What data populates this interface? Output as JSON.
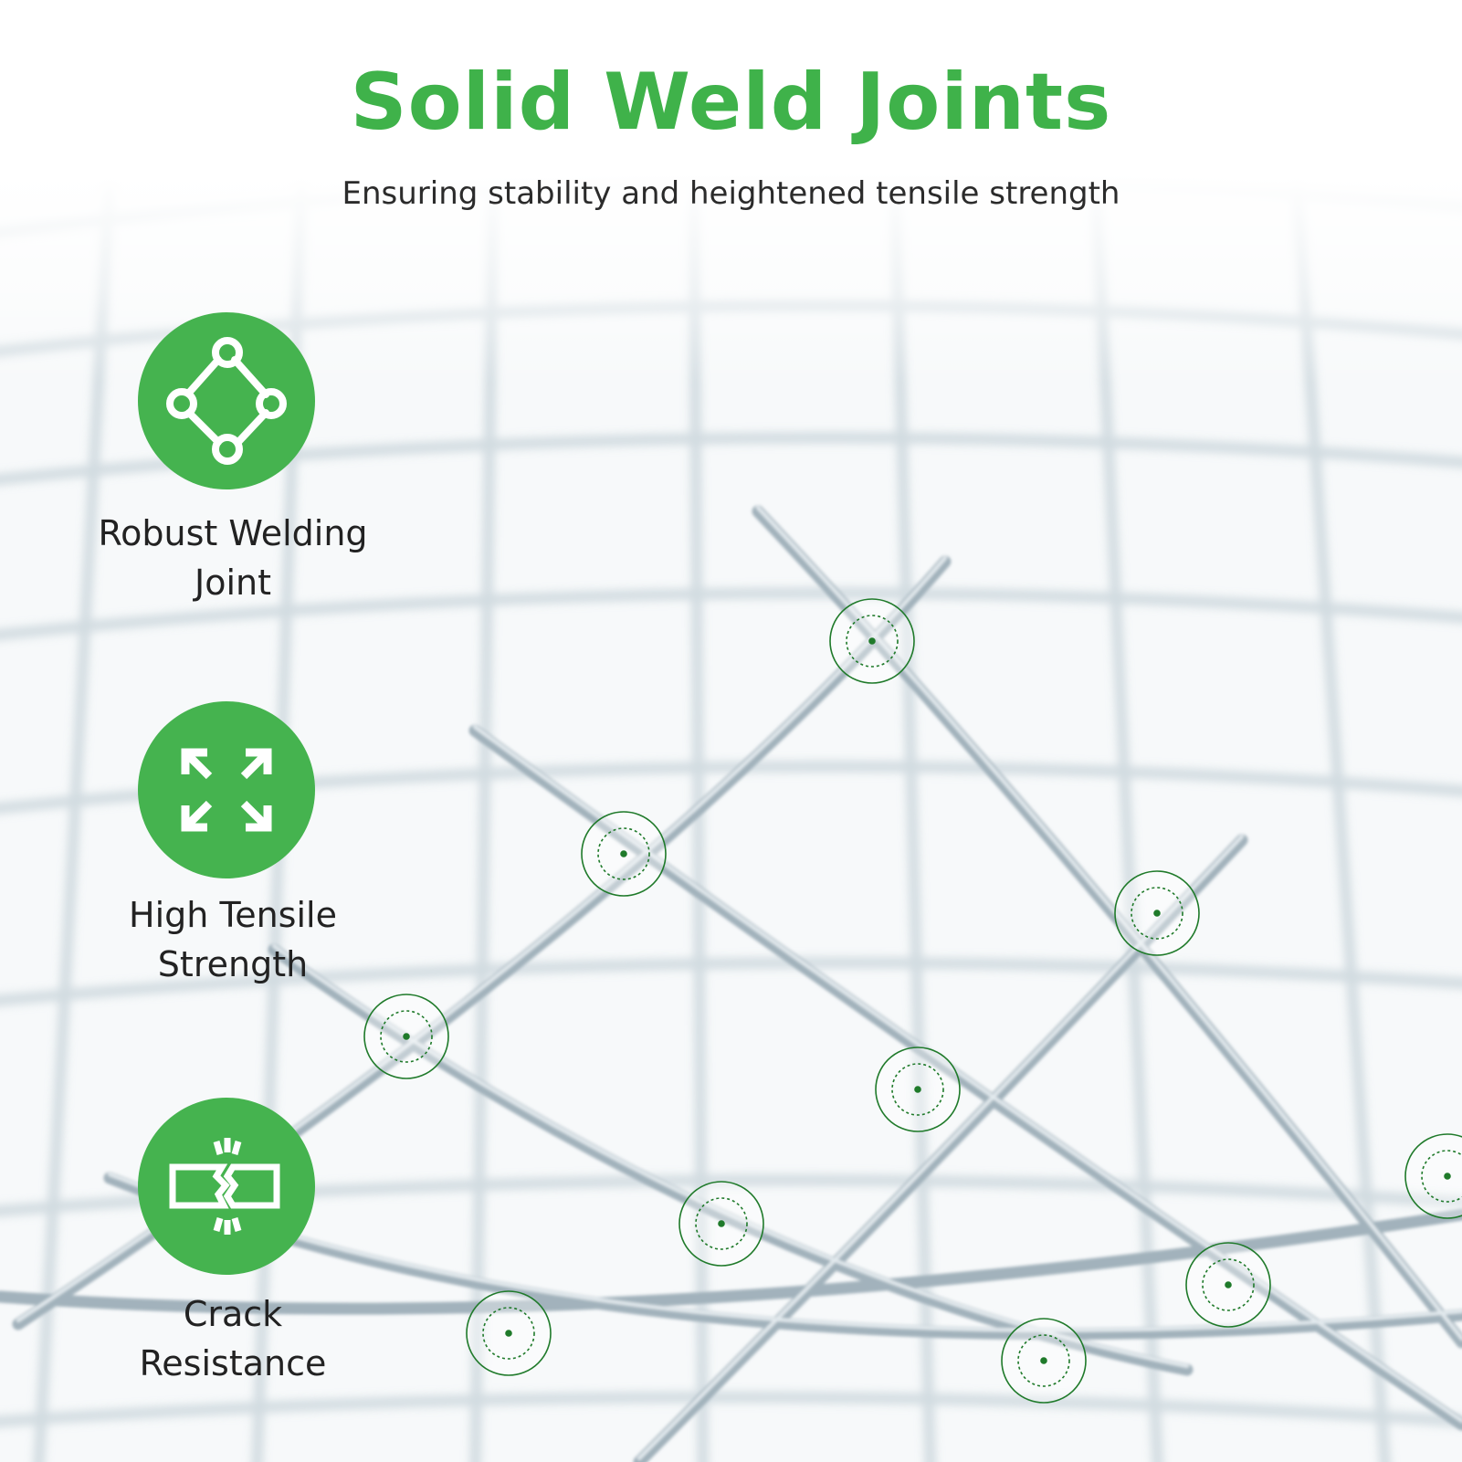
{
  "header": {
    "title": "Solid Weld Joints",
    "subtitle": "Ensuring stability and heightened tensile strength"
  },
  "features": [
    {
      "icon": "weld-joint-icon",
      "line1": "Robust Welding",
      "line2": "Joint"
    },
    {
      "icon": "expand-arrows-icon",
      "line1": "High Tensile",
      "line2": "Strength"
    },
    {
      "icon": "crack-resistance-icon",
      "line1": "Crack",
      "line2": "Resistance"
    }
  ],
  "colors": {
    "accent": "#45b34f",
    "title": "#3fb24a",
    "wire": "#b9c7cf",
    "weld_marker": "#1f7a2a"
  }
}
